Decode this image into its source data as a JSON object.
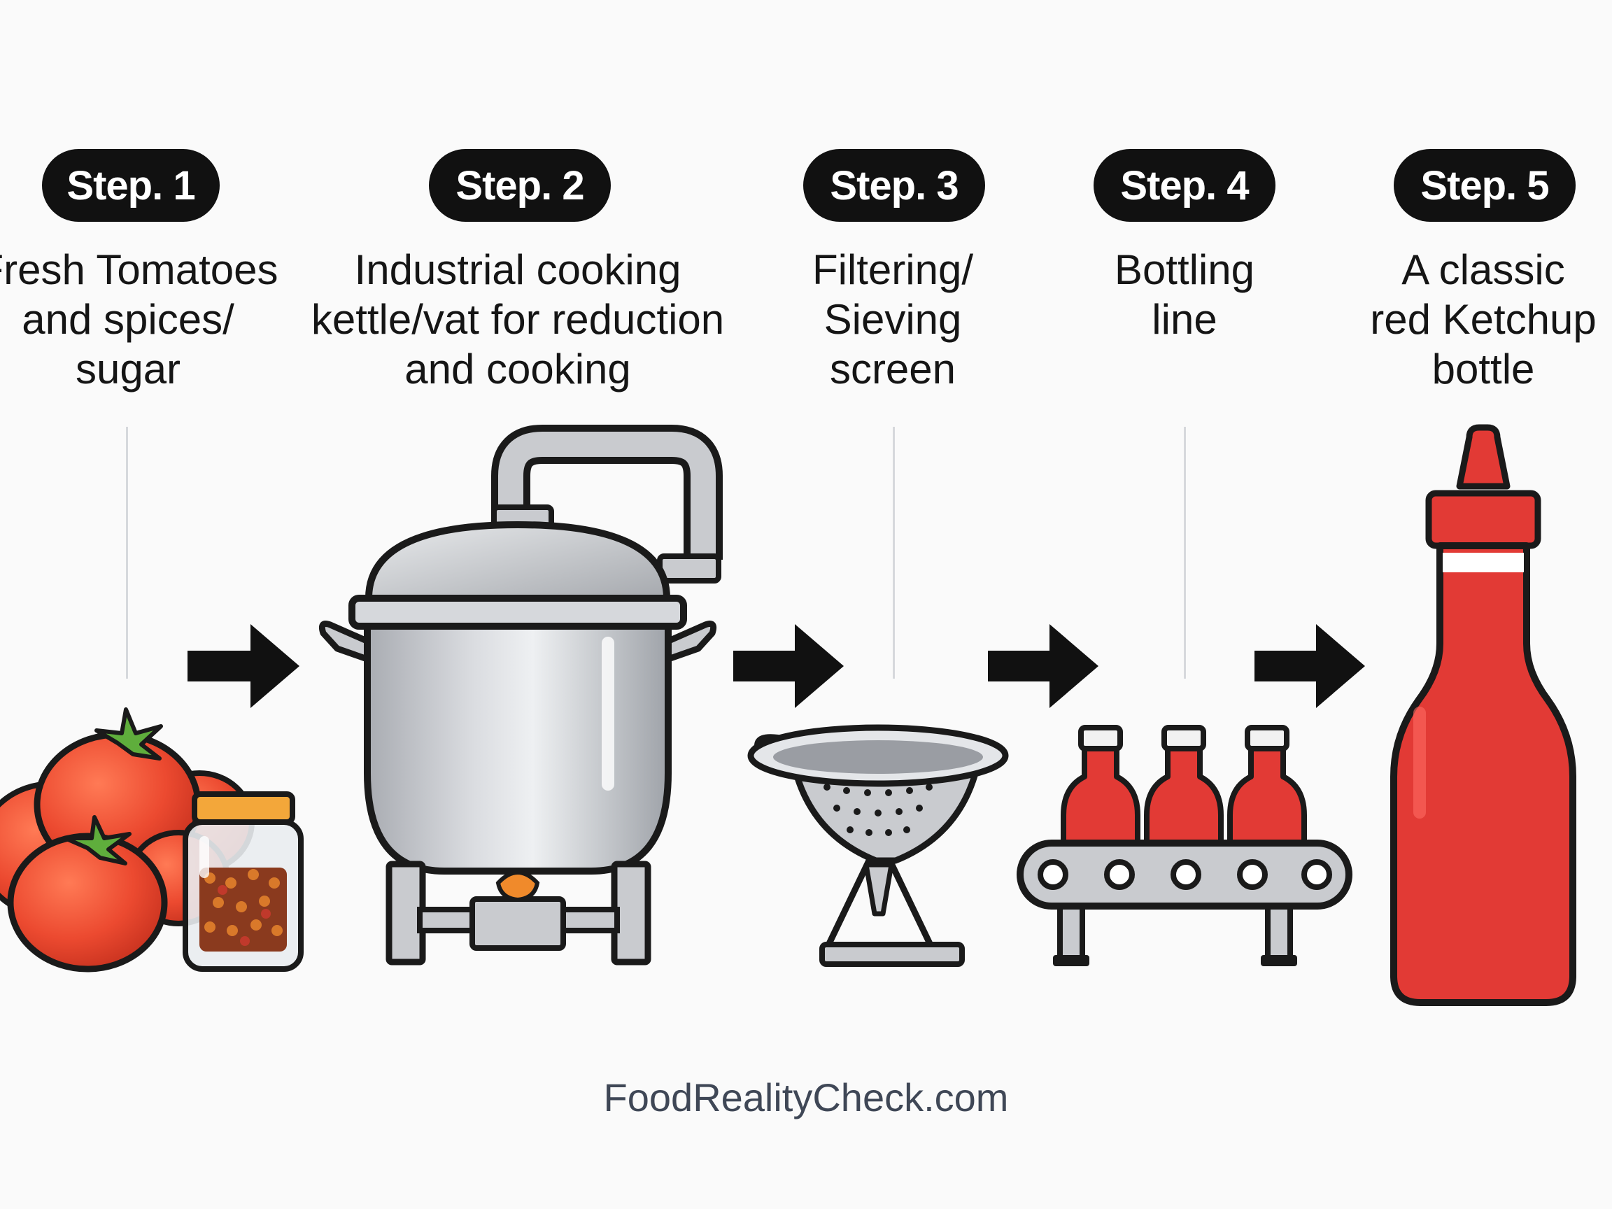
{
  "steps": [
    {
      "badge": "Step. 1",
      "caption": [
        "Fresh Tomatoes",
        "and spices/",
        "sugar"
      ],
      "icon": "tomatoes-and-spice-jar-icon"
    },
    {
      "badge": "Step. 2",
      "caption": [
        "Industrial cooking",
        "kettle/vat for reduction",
        "and cooking"
      ],
      "icon": "cooking-kettle-icon"
    },
    {
      "badge": "Step. 3",
      "caption": [
        "Filtering/",
        "Sieving",
        "screen"
      ],
      "icon": "sieve-icon"
    },
    {
      "badge": "Step. 4",
      "caption": [
        "Bottling",
        "line"
      ],
      "icon": "bottling-line-icon"
    },
    {
      "badge": "Step. 5",
      "caption": [
        "A classic",
        "red Ketchup",
        "bottle"
      ],
      "icon": "ketchup-bottle-icon"
    }
  ],
  "footer": "FoodRealityCheck.com",
  "colors": {
    "badge_bg": "#111111",
    "ketchup_red": "#e23a35",
    "tomato_red": "#ea4731",
    "steel": "#c9cbcf",
    "outline": "#1a1a1a",
    "flame": "#f08a2b"
  }
}
